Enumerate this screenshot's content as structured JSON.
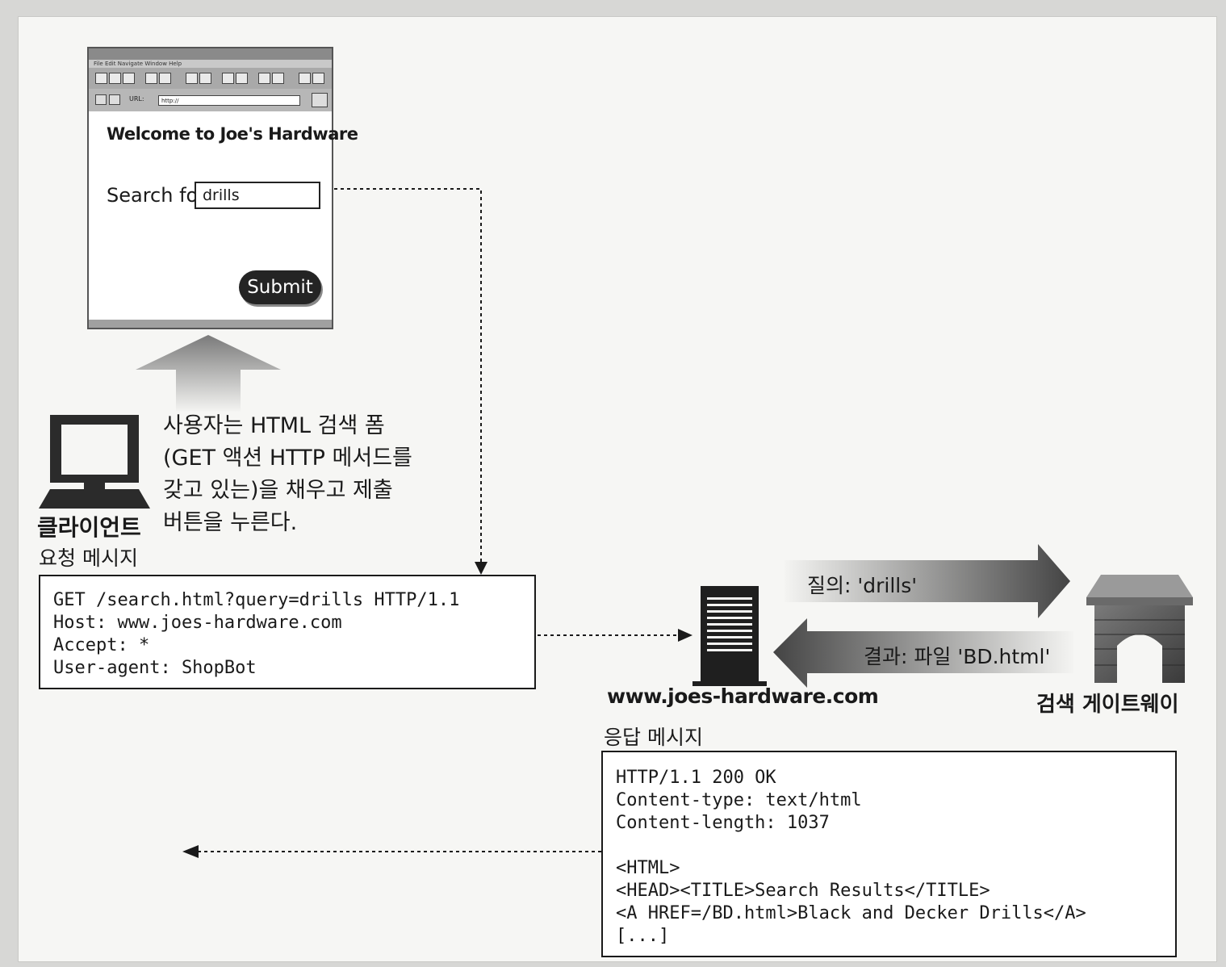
{
  "browser": {
    "menu": "File  Edit  Navigate  Window  Help",
    "url_label": "URL:",
    "url_value": "http://",
    "welcome": "Welcome to Joe's Hardware",
    "search_label": "Search for",
    "search_value": "drills",
    "submit_label": "Submit"
  },
  "client": {
    "label": "클라이언트",
    "caption_lines": [
      "사용자는 HTML 검색 폼",
      "(GET 액션 HTTP 메서드를",
      "갖고 있는)을 채우고 제출",
      "버튼을 누른다."
    ]
  },
  "request": {
    "title": "요청 메시지",
    "lines": [
      "GET /search.html?query=drills HTTP/1.1",
      "Host: www.joes-hardware.com",
      "Accept: *",
      "User-agent: ShopBot"
    ]
  },
  "server": {
    "label": "www.joes-hardware.com"
  },
  "gateway": {
    "label": "검색 게이트웨이",
    "query": "질의: 'drills'",
    "result": "결과: 파일 'BD.html'"
  },
  "response": {
    "title": "응답 메시지",
    "lines": [
      "HTTP/1.1 200 OK",
      "Content-type: text/html",
      "Content-length: 1037",
      "",
      "<HTML>",
      "<HEAD><TITLE>Search Results</TITLE>",
      "<A HREF=/BD.html>Black and Decker Drills</A>",
      "[...]"
    ]
  },
  "colors": {
    "arrow_dark": "#4a4a4a",
    "ink": "#1a1a1a"
  }
}
